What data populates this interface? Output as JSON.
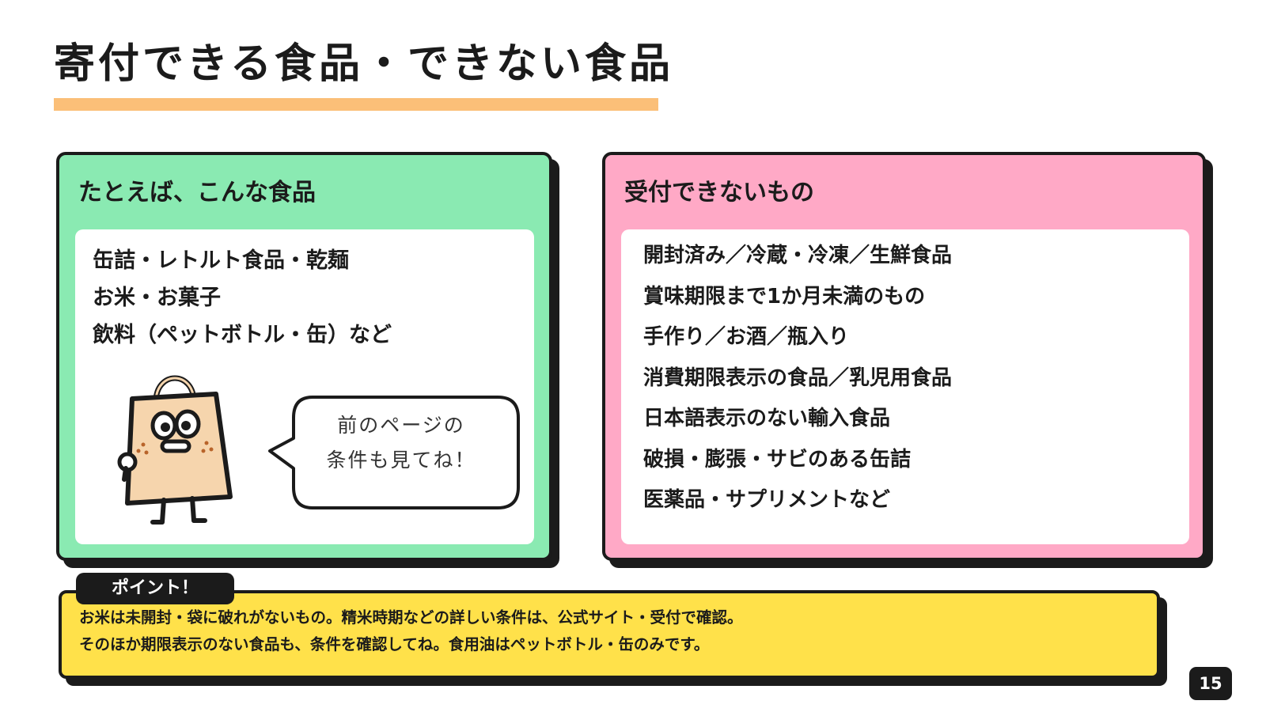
{
  "title": "寄付できる食品・できない食品",
  "ok_card": {
    "heading": "たとえば、こんな食品",
    "items": [
      "缶詰・レトルト食品・乾麺",
      "お米・お菓子",
      "飲料（ペットボトル・缶）など"
    ],
    "bubble_lines": [
      "前のページの",
      "条件も見てね！"
    ]
  },
  "ng_card": {
    "heading": "受付できないもの",
    "items": [
      "開封済み／冷蔵・冷凍／生鮮食品",
      "賞味期限まで1か月未満のもの",
      "手作り／お酒／瓶入り",
      "消費期限表示の食品／乳児用食品",
      "日本語表示のない輸入食品",
      "破損・膨張・サビのある缶詰",
      "医薬品・サプリメントなど"
    ]
  },
  "point": {
    "tag": "ポイント！",
    "lines": [
      "お米は未開封・袋に破れがないもの。精米時期などの詳しい条件は、公式サイト・受付で確認。",
      "そのほか期限表示のない食品も、条件を確認してね。食用油はペットボトル・缶のみです。"
    ]
  },
  "page_number": "15",
  "colors": {
    "ok_card_bg": "#8aeab2",
    "ng_card_bg": "#ffa9c6",
    "point_bg": "#ffe14a",
    "title_underline": "#fbbf78",
    "mascot_body": "#f6d5ad"
  },
  "icons": [
    "tote-bag-mascot",
    "speech-bubble"
  ]
}
